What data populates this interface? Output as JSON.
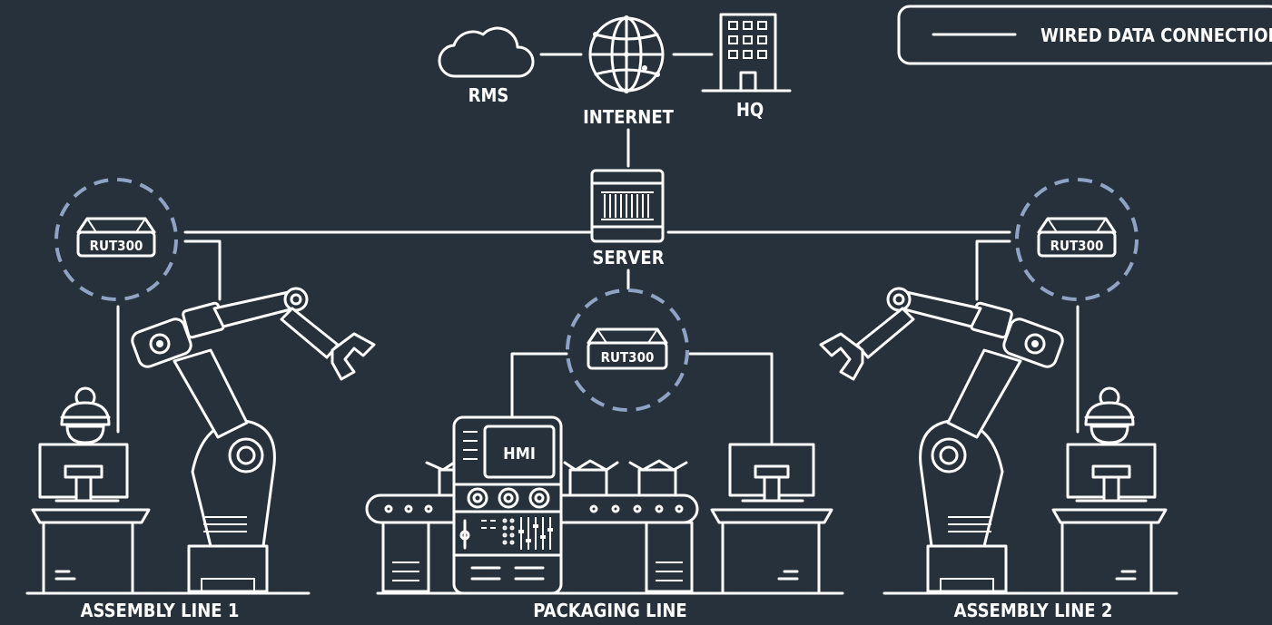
{
  "legend": {
    "label": "WIRED DATA CONNECTION"
  },
  "nodes": {
    "rms": "RMS",
    "internet": "INTERNET",
    "hq": "HQ",
    "server": "SERVER",
    "router_left": "RUT300",
    "router_center": "RUT300",
    "router_right": "RUT300",
    "hmi": "HMI"
  },
  "zones": {
    "assembly_1": "ASSEMBLY LINE 1",
    "packaging": "PACKAGING LINE",
    "assembly_2": "ASSEMBLY LINE 2"
  },
  "colors": {
    "background": "#27313b",
    "line": "#ffffff",
    "router_ring": "#8fa3c4"
  }
}
